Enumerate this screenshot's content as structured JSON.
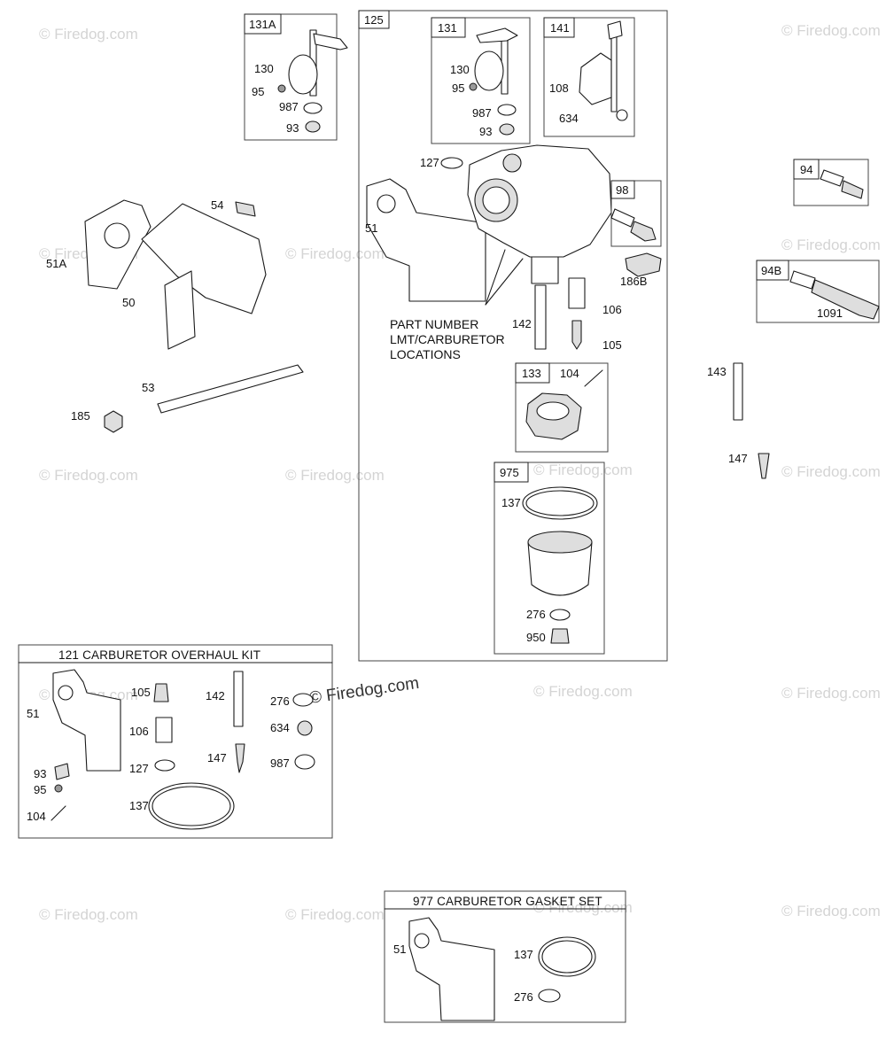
{
  "watermark": "© Firedog.com",
  "watermark_center": "© Firedog.com",
  "boxes": {
    "b131A": "131A",
    "b125": "125",
    "b131": "131",
    "b141": "141",
    "b98": "98",
    "b94": "94",
    "b94B": "94B",
    "b133": "133",
    "b975": "975"
  },
  "kits": {
    "overhaul": "121 CARBURETOR OVERHAUL KIT",
    "gasket": "977 CARBURETOR GASKET SET"
  },
  "note_lines": [
    "PART NUMBER",
    "LMT/CARBURETOR",
    "LOCATIONS"
  ],
  "callouts": {
    "c130a": "130",
    "c95a": "95",
    "c987a": "987",
    "c93a": "93",
    "c130b": "130",
    "c95b": "95",
    "c987b": "987",
    "c93b": "93",
    "c108": "108",
    "c634a": "634",
    "c127a": "127",
    "c51a": "51",
    "c186B": "186B",
    "c142a": "142",
    "c106a": "106",
    "c105a": "105",
    "c104a": "104",
    "c137a": "137",
    "c276a": "276",
    "c950": "950",
    "c54": "54",
    "c51A": "51A",
    "c50": "50",
    "c53": "53",
    "c185": "185",
    "c1091": "1091",
    "c143": "143",
    "c147a": "147",
    "c105b": "105",
    "c142b": "142",
    "c276b": "276",
    "c634b": "634",
    "c51b": "51",
    "c106b": "106",
    "c147b": "147",
    "c987c": "987",
    "c127b": "127",
    "c93c": "93",
    "c95c": "95",
    "c137b": "137",
    "c104b": "104",
    "c51c": "51",
    "c137c": "137",
    "c276c": "276"
  }
}
